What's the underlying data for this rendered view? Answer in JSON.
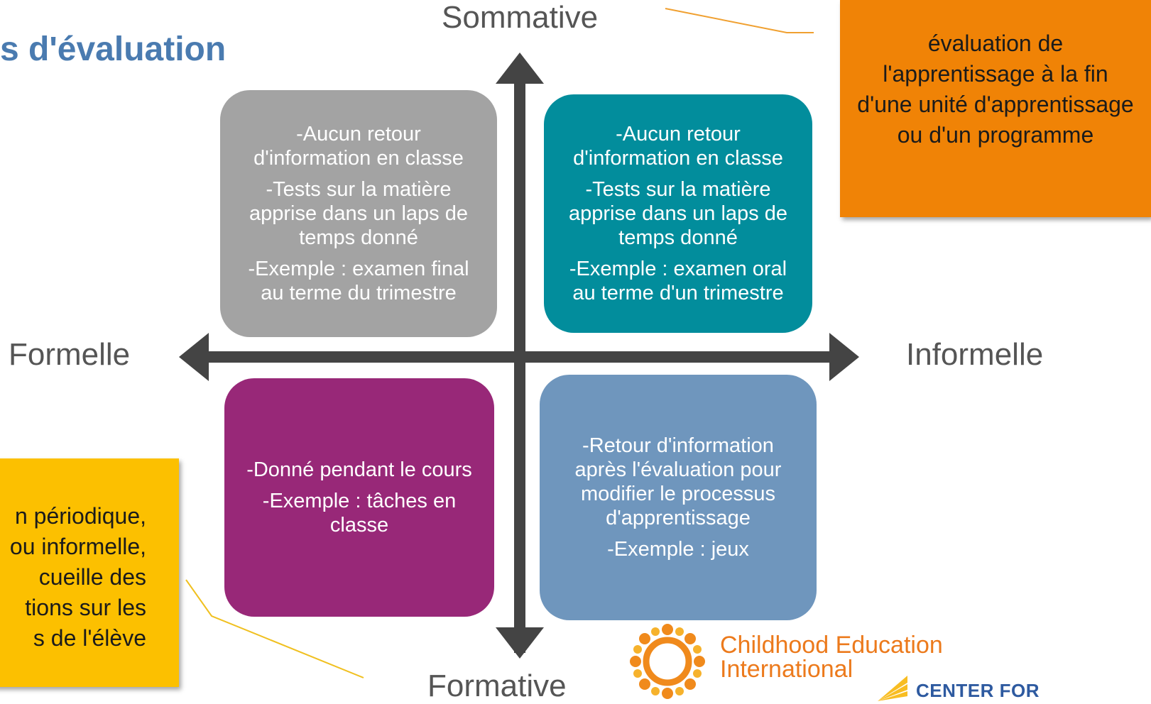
{
  "title": "s d'évaluation",
  "axes": {
    "top": "Sommative",
    "bottom": "Formative",
    "left": "Formelle",
    "right": "Informelle"
  },
  "quadrants": {
    "top_left": {
      "lines": [
        "-Aucun retour d'information en classe",
        "-Tests sur la matière apprise dans un laps de temps donné",
        "-Exemple : examen final au terme du trimestre"
      ],
      "color": "#a3a3a3"
    },
    "top_right": {
      "lines": [
        "-Aucun retour d'information en classe",
        "-Tests sur la matière apprise dans un laps de temps donné",
        "-Exemple : examen oral au terme d'un trimestre"
      ],
      "color": "#028d9c"
    },
    "bottom_left": {
      "lines": [
        "-Donné pendant le cours",
        "-Exemple : tâches en classe"
      ],
      "color": "#982878"
    },
    "bottom_right": {
      "lines": [
        "-Retour d'information après l'évaluation pour modifier le processus d'apprentissage",
        "-Exemple : jeux"
      ],
      "color": "#6f96bd"
    }
  },
  "notes": {
    "summative": {
      "text": "évaluation de l'apprentissage à la fin d'une unité d'apprentissage ou d'un programme",
      "color": "#f08306"
    },
    "formative": {
      "lines": [
        "n périodique,",
        "ou informelle,",
        "cueille des",
        "tions sur les",
        "s de l'élève"
      ],
      "color": "#fcc000"
    }
  },
  "logo": {
    "line1": "Childhood Education",
    "line2": "International",
    "line3": "CENTER FOR"
  },
  "colors": {
    "arrow": "#444444",
    "connector": "#f0a030",
    "title": "#4a7bb0"
  }
}
